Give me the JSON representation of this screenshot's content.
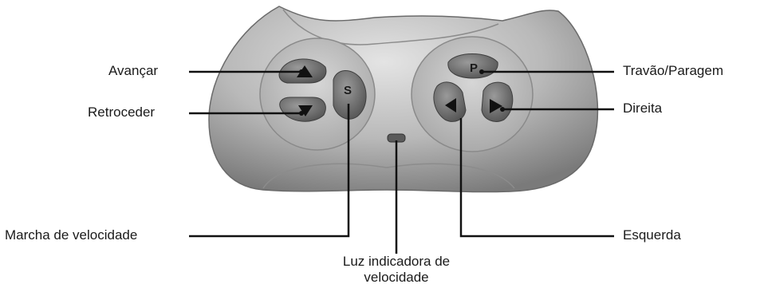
{
  "labels": {
    "forward": "Avançar",
    "reverse": "Retroceder",
    "speed_gear": "Marcha de velocidade",
    "speed_light_line1": "Luz indicadora de",
    "speed_light_line2": "velocidade",
    "brake": "Travão/Paragem",
    "right": "Direita",
    "left": "Esquerda"
  },
  "buttons": {
    "speed": "S",
    "park": "P"
  },
  "icons": {
    "forward": "triangle-up-icon",
    "reverse": "triangle-down-icon",
    "left": "triangle-left-icon",
    "right": "triangle-right-icon"
  },
  "colors": {
    "body": "#bdbdbd",
    "button": "#6f6f6f",
    "line": "#111111"
  }
}
